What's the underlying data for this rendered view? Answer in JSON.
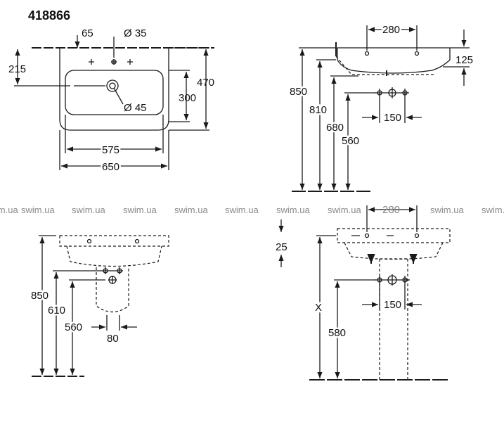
{
  "title": "418866",
  "watermark": "swim.ua",
  "top_view": {
    "d65": "65",
    "d35": "Ø 35",
    "d45": "Ø 45",
    "d215": "215",
    "d300": "300",
    "d470": "470",
    "d575": "575",
    "d650": "650"
  },
  "side_view": {
    "d280": "280",
    "d125": "125",
    "d850": "850",
    "d810": "810",
    "d680": "680",
    "d560": "560",
    "d150": "150"
  },
  "pedestal_side": {
    "d850": "850",
    "d610": "610",
    "d560": "560",
    "d80": "80"
  },
  "pedestal_front": {
    "d280": "280",
    "d25": "25",
    "dx": "X",
    "d580": "580",
    "d150": "150"
  }
}
